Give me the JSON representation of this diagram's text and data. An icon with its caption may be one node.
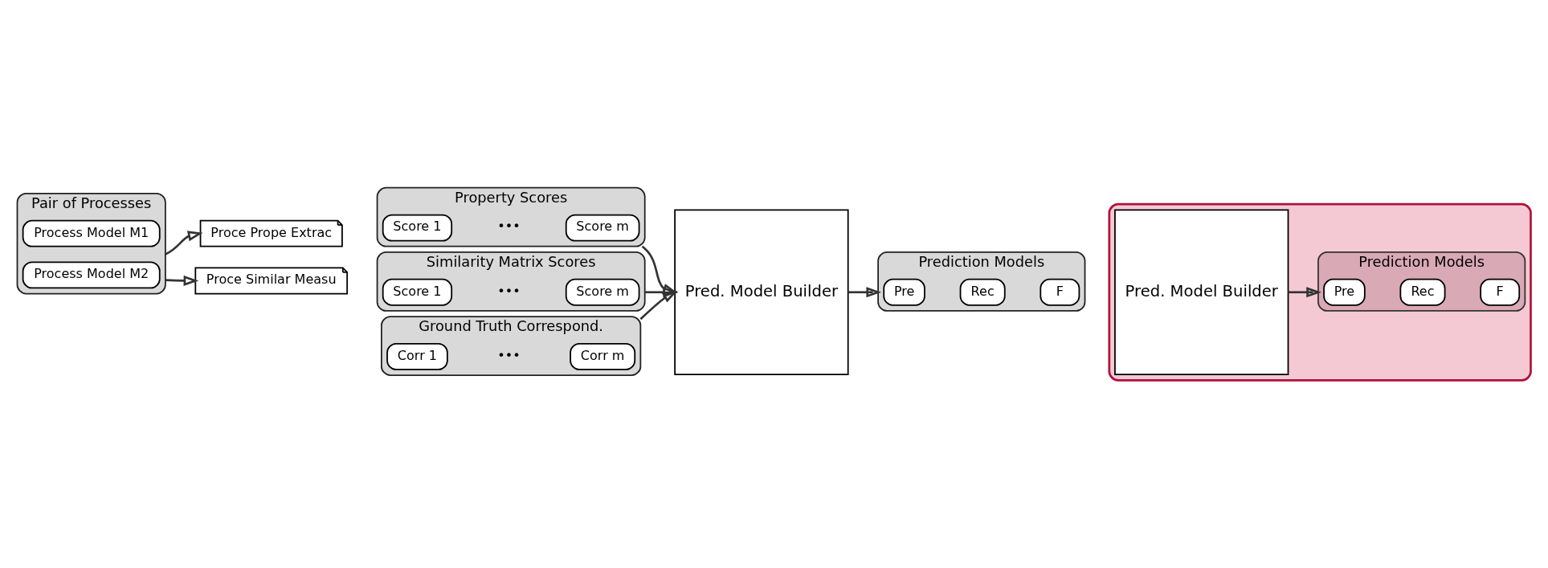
{
  "diagram": {
    "nodes": [
      {
        "text": [
          "Pair of Processes"
        ]
      },
      {
        "text": [
          "Process Model M1"
        ],
        "in": 0
      },
      {
        "text": [
          "Process Model M2"
        ],
        "in": 0
      },
      {
        "text": [
          "Proce Prope Extrac"
        ]
      },
      {
        "text": [
          "Proce Similar Measu"
        ]
      },
      {
        "text": [
          "Property Scores"
        ]
      },
      {
        "text": [
          "Score 1"
        ],
        "in": 5
      },
      {
        "text": [
          "Score m"
        ],
        "in": 5
      },
      {
        "text": [
          "Ground Truth Correspond."
        ]
      },
      {
        "text": [
          "Corr 1"
        ],
        "in": 8
      },
      {
        "text": [
          "Corr m"
        ],
        "in": 8
      },
      {
        "text": [
          "Similarity Matrix Scores"
        ]
      },
      {
        "text": [
          "Score 1"
        ],
        "in": 11
      },
      {
        "text": [
          "Score m"
        ],
        "in": 11
      },
      {
        "text": [
          "Pred. Model Builder"
        ]
      },
      {
        "text": [
          "Prediction Models"
        ]
      },
      {
        "text": [
          "Pre"
        ],
        "in": 15
      },
      {
        "text": [
          "Rec"
        ],
        "in": 15
      },
      {
        "text": [
          "F"
        ],
        "in": 15
      },
      {
        "text": [],
        "shape": "box"
      },
      {
        "text": [
          "Pred. Model Builder"
        ],
        "in": 19
      },
      {
        "text": [
          "Prediction Models"
        ],
        "in": 19
      },
      {
        "text": [
          "Pre"
        ],
        "in": 21
      },
      {
        "text": [
          "Rec"
        ],
        "in": 21
      },
      {
        "text": [
          "F"
        ],
        "in": 21
      }
    ],
    "edges": [
      {
        "from": 0,
        "to": 3,
        "arrow": "to"
      },
      {
        "from": 0,
        "to": 4,
        "arrow": "to"
      },
      {
        "from": 5,
        "to": 14,
        "arrow": "to"
      },
      {
        "from": 8,
        "to": 14,
        "arrow": "to"
      },
      {
        "from": 11,
        "to": 14,
        "arrow": "to"
      },
      {
        "from": 14,
        "to": 15,
        "arrow": "to"
      },
      {
        "from": 20,
        "to": 21,
        "arrow": "to"
      }
    ],
    "labels": [
      "•••",
      "•••",
      "•••"
    ]
  }
}
